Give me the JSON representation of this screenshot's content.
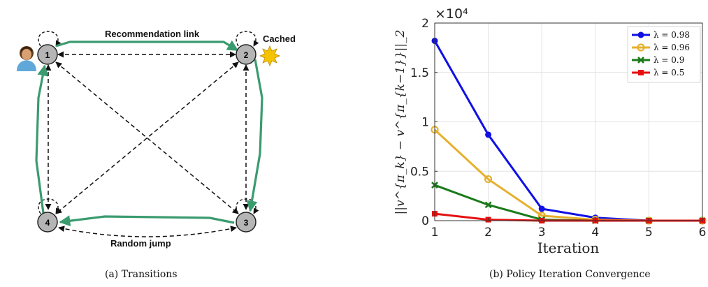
{
  "figure_a": {
    "caption": "(a)  Transitions",
    "nodes": [
      "1",
      "2",
      "3",
      "4"
    ],
    "labels": {
      "recommendation_link": "Recommendation link",
      "random_jump": "Random jump",
      "cached": "Cached"
    },
    "colors": {
      "recommendation": "#3a9b6f",
      "random": "#111111",
      "node_fill": "#b5b5b5",
      "star": "#f5c400"
    },
    "icons": [
      "user-avatar-icon",
      "star-icon"
    ]
  },
  "figure_b": {
    "caption": "(b)  Policy Iteration Convergence"
  },
  "chart_data": {
    "type": "line",
    "title": "",
    "xlabel": "Iteration",
    "ylabel": "||v^{π_k} − v^{π_{k−1}}||_2",
    "y_multiplier": "×10⁴",
    "x": [
      1,
      2,
      3,
      4,
      5,
      6
    ],
    "xlim": [
      1,
      6
    ],
    "ylim": [
      0,
      2
    ],
    "x_ticks": [
      "1",
      "2",
      "3",
      "4",
      "5",
      "6"
    ],
    "y_ticks": [
      "0",
      "0.5",
      "1",
      "1.5",
      "2"
    ],
    "grid": true,
    "legend_position": "top-right",
    "series": [
      {
        "name": "λ = 0.98",
        "color": "#1010e6",
        "marker": "dot",
        "values": [
          1.82,
          0.87,
          0.12,
          0.03,
          0.0,
          0.0
        ]
      },
      {
        "name": "λ = 0.96",
        "color": "#e6b02e",
        "marker": "circle",
        "values": [
          0.92,
          0.42,
          0.05,
          0.01,
          0.0,
          0.0
        ]
      },
      {
        "name": "λ = 0.9",
        "color": "#1a7a1a",
        "marker": "x",
        "values": [
          0.36,
          0.16,
          0.01,
          0.0,
          0.0,
          0.0
        ]
      },
      {
        "name": "λ = 0.5",
        "color": "#e61010",
        "marker": "square",
        "values": [
          0.07,
          0.01,
          0.0,
          0.0,
          0.0,
          0.0
        ]
      }
    ]
  }
}
